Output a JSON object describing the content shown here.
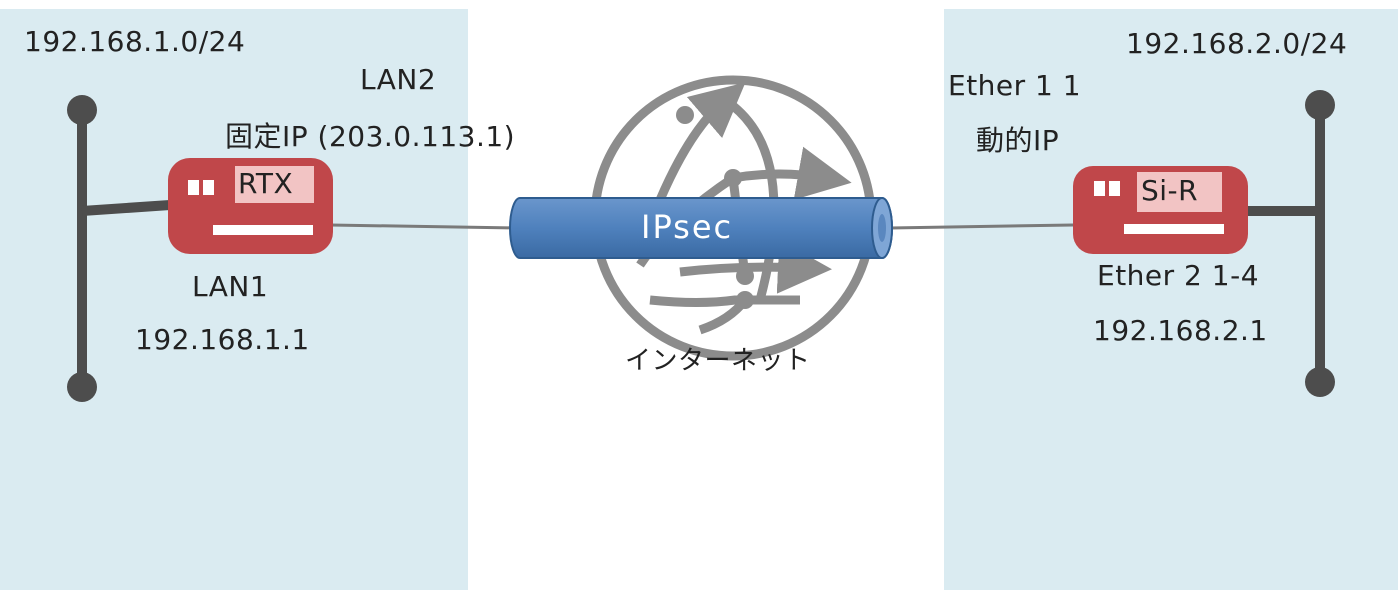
{
  "left_site": {
    "subnet": "192.168.1.0/24",
    "wan_port": "LAN2",
    "wan_ip": "固定IP (203.0.113.1)",
    "router_name": "RTX",
    "lan_port": "LAN1",
    "lan_ip": "192.168.1.1"
  },
  "right_site": {
    "subnet": "192.168.2.0/24",
    "wan_port": "Ether 1 1",
    "wan_ip": "動的IP",
    "router_name": "Si-R",
    "lan_port": "Ether 2 1-4",
    "lan_ip": "192.168.2.1"
  },
  "internet": {
    "label": "インターネット",
    "icon": "globe-network-icon"
  },
  "tunnel": {
    "label": "IPsec"
  },
  "colors": {
    "panel_bg": "#daebf1",
    "router_red": "#c0474a",
    "router_label_bg": "#f2c4c4",
    "tunnel_blue": "#4f81bd",
    "cable": "#4d4d4d",
    "globe_gray": "#8c8c8c"
  }
}
